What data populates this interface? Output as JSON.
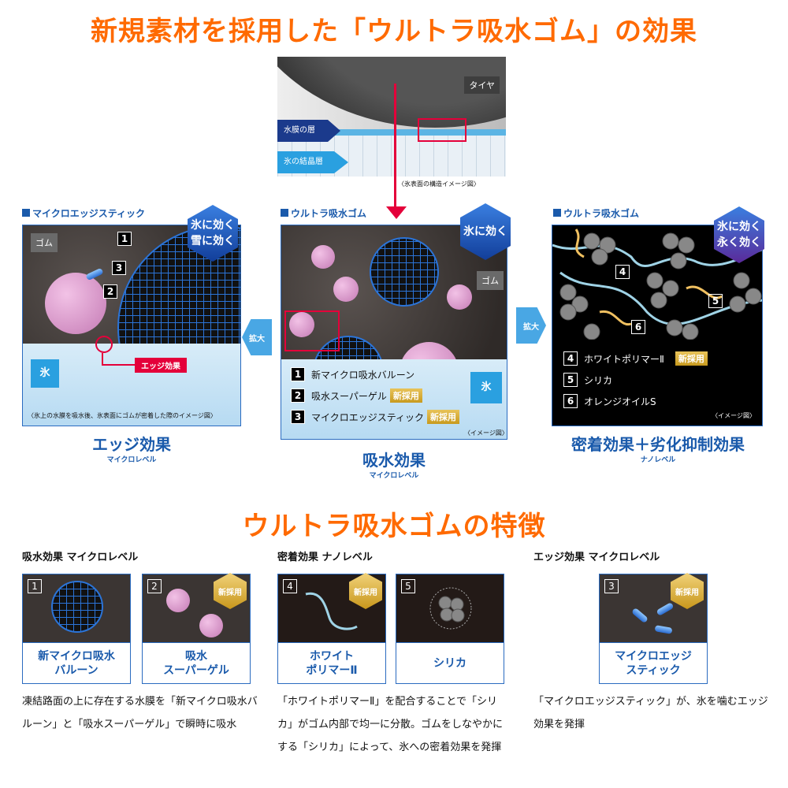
{
  "title": "新規素材を採用した「ウルトラ吸水ゴム」の効果",
  "tire_diagram": {
    "tire": "タイヤ",
    "water_layer": "水膜の層",
    "ice_layer": "氷の結晶層",
    "caption": "〈氷表面の構造イメージ図〉"
  },
  "left_panel": {
    "label": "マイクロエッジスティック",
    "badge": [
      "氷に効く",
      "雪に効く"
    ],
    "rubber": "ゴム",
    "ice": "氷",
    "edge_tag": "エッジ効果",
    "callouts": [
      "1",
      "2",
      "3"
    ],
    "caption": "〈氷上の水膜を吸水後、氷表面にゴムが密着した際のイメージ図〉",
    "title": "エッジ効果",
    "sub": "マイクロレベル"
  },
  "expand_label": "拡大",
  "center_panel": {
    "label": "ウルトラ吸水ゴム",
    "badge": [
      "氷に効く"
    ],
    "rubber": "ゴム",
    "ice": "氷",
    "items": [
      {
        "num": "1",
        "text": "新マイクロ吸水バルーン",
        "new": ""
      },
      {
        "num": "2",
        "text": "吸水スーパーゲル",
        "new": "新採用"
      },
      {
        "num": "3",
        "text": "マイクロエッジスティック",
        "new": "新採用"
      }
    ],
    "caption": "〈イメージ図〉",
    "title": "吸水効果",
    "sub": "マイクロレベル"
  },
  "right_panel": {
    "label": "ウルトラ吸水ゴム",
    "badge": [
      "氷に効く",
      "永く効く"
    ],
    "items": [
      {
        "num": "4",
        "text": "ホワイトポリマーⅡ",
        "new": "新採用"
      },
      {
        "num": "5",
        "text": "シリカ",
        "new": ""
      },
      {
        "num": "6",
        "text": "オレンジオイルS",
        "new": ""
      }
    ],
    "caption": "〈イメージ図〉",
    "title": "密着効果＋劣化抑制効果",
    "sub": "ナノレベル"
  },
  "features_title": "ウルトラ吸水ゴムの特徴",
  "columns": [
    {
      "heading": "吸水効果 マイクロレベル",
      "desc": "凍結路面の上に存在する水膜を「新マイクロ吸水バルーン」と「吸水スーパーゲル」で瞬時に吸水",
      "cards": [
        {
          "num": "1",
          "label": "新マイクロ吸水\nバルーン",
          "badge": ""
        },
        {
          "num": "2",
          "label": "吸水\nスーパーゲル",
          "badge": "新採用"
        }
      ]
    },
    {
      "heading": "密着効果 ナノレベル",
      "desc": "「ホワイトポリマーⅡ」を配合することで「シリカ」がゴム内部で均一に分散。ゴムをしなやかにする「シリカ」によって、氷への密着効果を発揮",
      "cards": [
        {
          "num": "4",
          "label": "ホワイト\nポリマーⅡ",
          "badge": "新採用"
        },
        {
          "num": "5",
          "label": "シリカ",
          "badge": ""
        }
      ]
    },
    {
      "heading": "エッジ効果 マイクロレベル",
      "desc": "「マイクロエッジスティック」が、氷を噛むエッジ効果を発揮",
      "cards": [
        {
          "num": "3",
          "label": "マイクロエッジ\nスティック",
          "badge": "新採用"
        }
      ]
    }
  ],
  "colors": {
    "orange": "#ff6a00",
    "blue": "#1a5aab",
    "red": "#e4003a",
    "gold": "#d4a72c"
  }
}
